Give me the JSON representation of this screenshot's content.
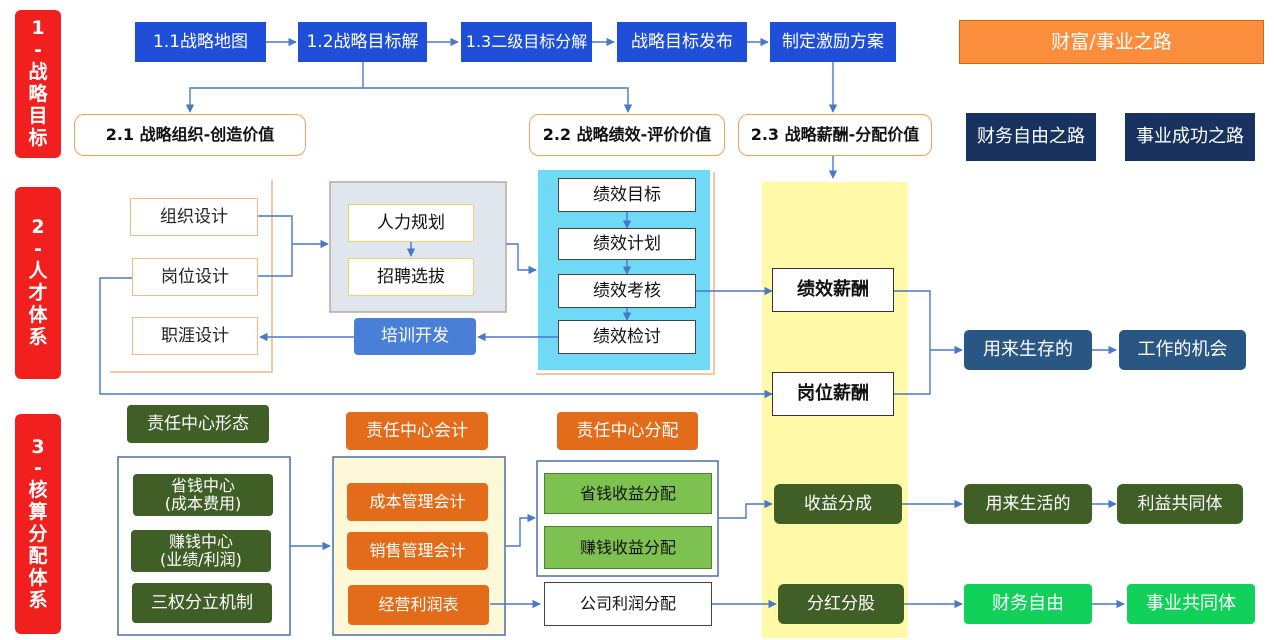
{
  "side_labels": {
    "s1": [
      "1",
      "-",
      "战",
      "略",
      "目",
      "标"
    ],
    "s2": [
      "2",
      "-",
      "人",
      "才",
      "体",
      "系"
    ],
    "s3": [
      "3",
      "-",
      "核",
      "算",
      "分",
      "配",
      "体",
      "系"
    ]
  },
  "row1": {
    "strategy_map": "1.1战略地图",
    "goal_decompose": "1.2战略目标解",
    "second_goal": "1.3二级目标分解",
    "goal_publish": "战略目标发布",
    "incentive_plan": "制定激励方案"
  },
  "wealth_career": "财富/事业之路",
  "row2": {
    "org_value": "2.1 战略组织-创造价值",
    "perf_value": "2.2 战略绩效-评价价值",
    "comp_value": "2.3 战略薪酬-分配价值"
  },
  "roads": {
    "financial_freedom_road": "财务自由之路",
    "career_success_road": "事业成功之路"
  },
  "org": {
    "org_design": "组织设计",
    "position_design": "岗位设计",
    "career_design": "职涯设计"
  },
  "hr": {
    "hr_planning": "人力规划",
    "recruitment": "招聘选拔",
    "training": "培训开发"
  },
  "perf": {
    "perf_goal": "绩效目标",
    "perf_plan": "绩效计划",
    "perf_review": "绩效考核",
    "perf_check": "绩效检讨"
  },
  "comp": {
    "perf_pay": "绩效薪酬",
    "position_pay": "岗位薪酬",
    "profit_share": "收益分成",
    "dividend": "分红分股"
  },
  "outcomes": {
    "for_living": "用来生存的",
    "job_chance": "工作的机会",
    "for_life": "用来生活的",
    "profit_community": "利益共同体",
    "financial_freedom": "财务自由",
    "career_community": "事业共同体"
  },
  "accounting": {
    "rc_form": "责任中心形态",
    "rc_account": "责任中心会计",
    "rc_allocate": "责任中心分配",
    "saving_center": "省钱中心",
    "saving_center_sub": "(成本费用)",
    "earning_center": "赚钱中心",
    "earning_center_sub": "(业绩/利润)",
    "three_powers": "三权分立机制",
    "cost_accounting": "成本管理会计",
    "sales_accounting": "销售管理会计",
    "profit_statement": "经营利润表",
    "saving_profit_alloc": "省钱收益分配",
    "earning_profit_alloc": "赚钱收益分配",
    "company_profit_alloc": "公司利润分配"
  }
}
